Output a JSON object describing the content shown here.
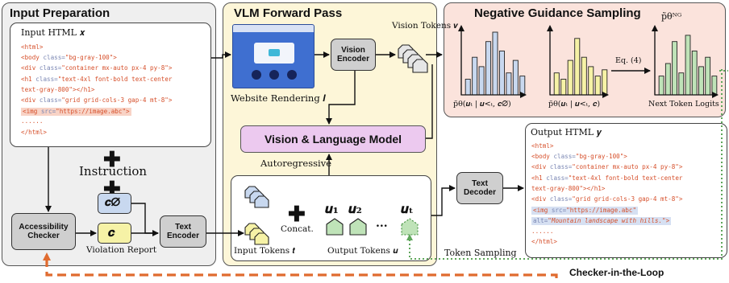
{
  "panels": {
    "input_prep": "Input Preparation",
    "vlm_forward": "VLM Forward Pass",
    "neg_guidance": "Negative Guidance Sampling"
  },
  "input_html": {
    "title": "Input HTML 𝒙",
    "lines": [
      {
        "t": "<html>"
      },
      {
        "t": "<body ",
        "a": "class=",
        "v": "\"bg-gray-100\">"
      },
      {
        "t": "<div ",
        "a": "class=",
        "v": "\"container mx-auto px-4 py-8\">"
      },
      {
        "t": "<h1 ",
        "a": "class=",
        "v": "\"text-4xl font-bold text-center"
      },
      {
        "t": "text-gray-800\"></h1>"
      },
      {
        "t": "<div ",
        "a": "class=",
        "v": "\"grid grid-cols-3 gap-4 mt-8\">"
      },
      {
        "t": "<img ",
        "a": "src=",
        "v": "\"https://image.abc\">"
      },
      {
        "t": "......"
      },
      {
        "t": "</html>"
      }
    ]
  },
  "output_html": {
    "title": "Output HTML 𝒚",
    "lines": [
      {
        "t": "<html>"
      },
      {
        "t": "<body ",
        "a": "class=",
        "v": "\"bg-gray-100\">"
      },
      {
        "t": "<div ",
        "a": "class=",
        "v": "\"container mx-auto px-4 py-8\">"
      },
      {
        "t": "<h1 ",
        "a": "class=",
        "v": "\"text-4xl font-bold text-center"
      },
      {
        "t": "text-gray-800\"></h1>"
      },
      {
        "t": "<div ",
        "a": "class=",
        "v": "\"grid grid-cols-3 gap-4 mt-8\">"
      },
      {
        "t": "<img ",
        "a": "src=",
        "v": "\"https://image.abc\""
      },
      {
        "t": " ",
        "a": "alt=",
        "v": "\"Mountain landscape with hills.\">"
      },
      {
        "t": "......"
      },
      {
        "t": "</html>"
      }
    ]
  },
  "labels": {
    "instruction": "Instruction",
    "accessibility_checker": "Accessibility Checker",
    "text_encoder": "Text Encoder",
    "violation_report": "Violation Report",
    "c_empty": "𝒄∅",
    "c": "𝒄",
    "vision_encoder": "Vision Encoder",
    "vision_tokens": "Vision Tokens 𝒗",
    "website_rendering": "Website Rendering 𝑰",
    "vlm": "Vision & Language Model",
    "autoregressive": "Autoregressive",
    "concat": "Concat.",
    "input_tokens": "Input Tokens 𝒕",
    "output_tokens": "Output Tokens 𝒖",
    "u1": "𝒖₁",
    "u2": "𝒖₂",
    "ut": "𝒖ₜ",
    "ellipsis": "...",
    "text_decoder": "Text Decoder",
    "token_sampling": "Token Sampling",
    "checker_loop": "Checker-in-the-Loop",
    "eq": "Eq. (4)",
    "p_uncond": "p̃θ(𝒖ₜ | 𝒖<ₜ, 𝒄∅)",
    "p_cond": "p̃θ(𝒖ₜ | 𝒖<ₜ, 𝒄)",
    "p_ng": "p̃θᴺᴳ",
    "next_token_logits": "Next Token Logits"
  },
  "chart_data": [
    {
      "type": "bar",
      "series": [
        {
          "values": [
            0.25,
            0.6,
            0.45,
            0.85,
            1.0,
            0.7,
            0.35,
            0.55,
            0.3
          ]
        }
      ],
      "color": "#c8d8ef"
    },
    {
      "type": "bar",
      "series": [
        {
          "values": [
            0.35,
            0.25,
            0.55,
            0.9,
            0.6,
            0.45,
            0.3,
            0.4
          ]
        }
      ],
      "color": "#f6f2a6"
    },
    {
      "type": "bar",
      "series": [
        {
          "values": [
            0.3,
            0.5,
            0.85,
            0.35,
            0.95,
            0.7,
            0.45,
            0.6,
            0.3
          ]
        }
      ],
      "color": "#bfe3b8"
    }
  ],
  "colors": {
    "panel_gray": "#efefef",
    "panel_yellow": "#fdf6d8",
    "panel_pink": "#fbe3dc",
    "vlm_fill": "#ecc9ef",
    "orange": "#e06b2f",
    "green": "#5ea65a"
  }
}
